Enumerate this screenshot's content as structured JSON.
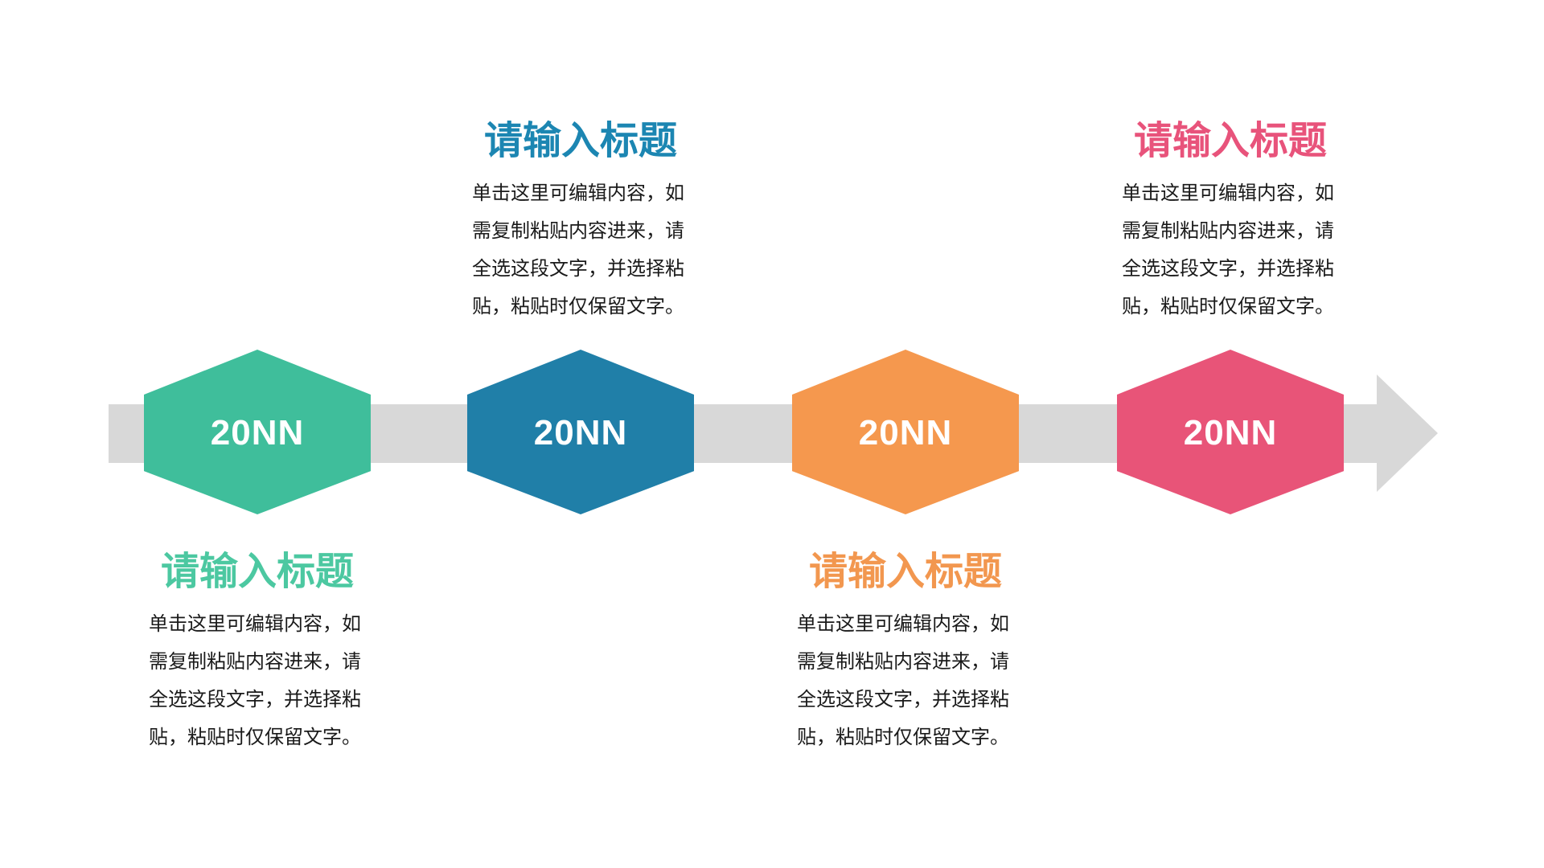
{
  "slide": {
    "background_color": "#ffffff",
    "timeline": {
      "bar_color": "#d8d8d8",
      "arrow_color": "#d8d8d8",
      "year_text_color": "#ffffff"
    },
    "items": [
      {
        "year": "20NN",
        "shape_color": "#3fbe9b",
        "title": "请输入标题",
        "title_color": "#4cc8a1",
        "text_position": "below",
        "body": "单击这里可编辑内容，如需复制粘贴内容进来，请全选这段文字，并选择粘贴，粘贴时仅保留文字。",
        "body_lines": [
          "单击这里可编辑内容，如",
          "需复制粘贴内容进来，请",
          "全选这段文字，并选择粘",
          "贴，粘贴时仅保留文字。"
        ]
      },
      {
        "year": "20NN",
        "shape_color": "#207fa8",
        "title": "请输入标题",
        "title_color": "#1c86b2",
        "text_position": "above",
        "body": "单击这里可编辑内容，如需复制粘贴内容进来，请全选这段文字，并选择粘贴，粘贴时仅保留文字。",
        "body_lines": [
          "单击这里可编辑内容，如",
          "需复制粘贴内容进来，请",
          "全选这段文字，并选择粘",
          "贴，粘贴时仅保留文字。"
        ]
      },
      {
        "year": "20NN",
        "shape_color": "#f5984e",
        "title": "请输入标题",
        "title_color": "#f2974f",
        "text_position": "below",
        "body": "单击这里可编辑内容，如需复制粘贴内容进来，请全选这段文字，并选择粘贴，粘贴时仅保留文字。",
        "body_lines": [
          "单击这里可编辑内容，如",
          "需复制粘贴内容进来，请",
          "全选这段文字，并选择粘",
          "贴，粘贴时仅保留文字。"
        ]
      },
      {
        "year": "20NN",
        "shape_color": "#e85478",
        "title": "请输入标题",
        "title_color": "#e8537b",
        "text_position": "above",
        "body": "单击这里可编辑内容，如需复制粘贴内容进来，请全选这段文字，并选择粘贴，粘贴时仅保留文字。",
        "body_lines": [
          "单击这里可编辑内容，如",
          "需复制粘贴内容进来，请",
          "全选这段文字，并选择粘",
          "贴，粘贴时仅保留文字。"
        ]
      }
    ]
  }
}
